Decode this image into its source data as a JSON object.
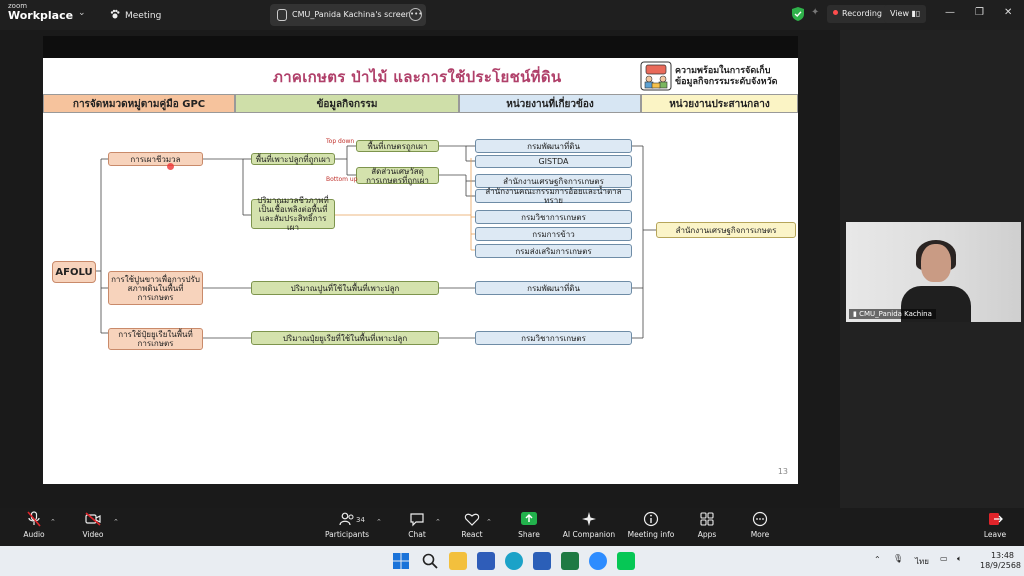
{
  "app": {
    "logo_small": "zoom",
    "logo_big": "Workplace",
    "meeting_label": "Meeting",
    "screen_tab_label": "CMU_Panida Kachina's screen",
    "recording_label": "Recording",
    "view_label": "View"
  },
  "slide": {
    "title": "ภาคเกษตร ป่าไม้ และการใช้ประโยชน์ที่ดิน",
    "badge_line1": "ความพร้อมในการจัดเก็บ",
    "badge_line2": "ข้อมูลกิจกรรมระดับจังหวัด",
    "headers": [
      "การจัดหมวดหมู่ตามคู่มือ GPC",
      "ข้อมูลกิจกรรม",
      "หน่วยงานที่เกี่ยวข้อง",
      "หน่วยงานประสานกลาง"
    ],
    "afolu": "AFOLU",
    "categories": [
      "การเผาชีวมวล",
      "การใช้ปูนขาวเพื่อการปรับสภาพดินในพื้นที่การเกษตร",
      "การใช้ปุ๋ยยูเรียในพื้นที่การเกษตร"
    ],
    "activities": {
      "area_burned": "พื้นที่เพาะปลูกที่ถูกเผา",
      "burned_area": "พื้นที่เกษตรถูกเผา",
      "ratio": "สัดส่วนเศษวัสดุการเกษตรที่ถูกเผา",
      "biomass": "ปริมาณมวลชีวภาพที่เป็นเชื้อเพลิงต่อพื้นที่ และสัมประสิทธิ์การเผา",
      "lime": "ปริมาณปูนที่ใช้ในพื้นที่เพาะปลูก",
      "urea": "ปริมาณปุ๋ยยูเรียที่ใช้ในพื้นที่เพาะปลูก"
    },
    "top_down": "Top down",
    "bottom_up": "Bottom up",
    "agencies": [
      "กรมพัฒนาที่ดิน",
      "GISTDA",
      "สำนักงานเศรษฐกิจการเกษตร",
      "สำนักงานคณะกรรมการอ้อยและน้ำตาลทราย",
      "กรมวิชาการเกษตร",
      "กรมการข้าว",
      "กรมส่งเสริมการเกษตร",
      "กรมพัฒนาที่ดิน",
      "กรมวิชาการเกษตร"
    ],
    "coordinator": "สำนักงานเศรษฐกิจการเกษตร",
    "page_number": "13"
  },
  "video": {
    "participant_name": "CMU_Panida Kachina"
  },
  "toolbar": {
    "audio": "Audio",
    "video": "Video",
    "participants": "Participants",
    "participants_count": "34",
    "chat": "Chat",
    "react": "React",
    "share": "Share",
    "ai_companion": "AI Companion",
    "meeting_info": "Meeting info",
    "apps": "Apps",
    "more": "More",
    "leave": "Leave"
  },
  "taskbar": {
    "lang": "ไทย",
    "time": "13:48",
    "date": "18/9/2568"
  },
  "colors": {
    "title": "#b0406a",
    "share_green": "#22b24c",
    "leave_red": "#e0242a"
  }
}
